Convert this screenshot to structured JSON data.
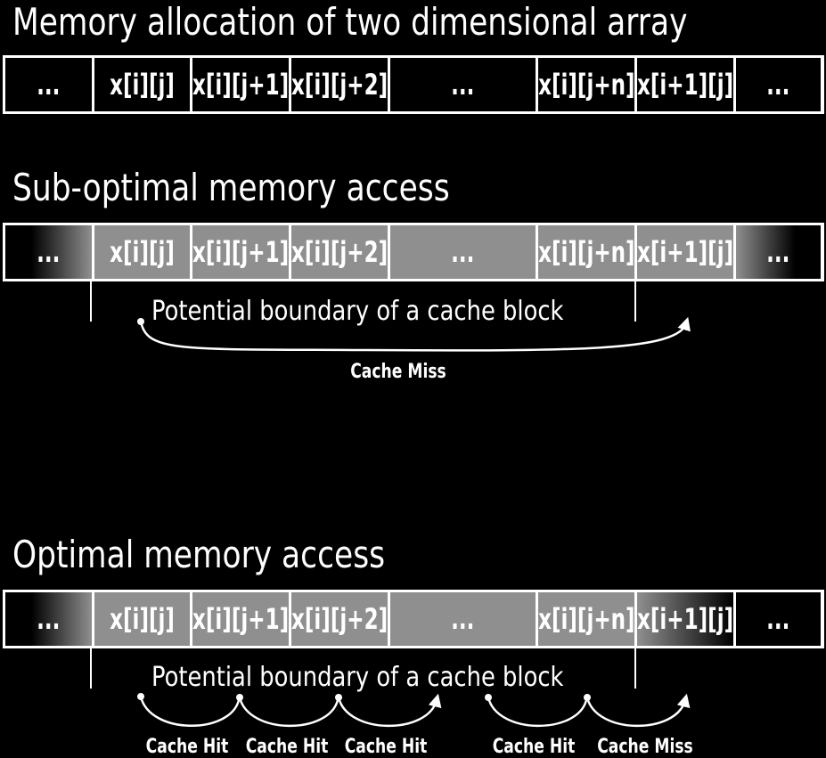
{
  "sections": [
    {
      "title": "Memory allocation of two dimensional array",
      "cells": [
        "...",
        "x[i][j]",
        "x[i][j+1]",
        "x[i][j+2]",
        "...",
        "x[i][j+n]",
        "x[i+1][j]",
        "..."
      ]
    },
    {
      "title": "Sub-optimal memory access",
      "cells": [
        "...",
        "x[i][j]",
        "x[i][j+1]",
        "x[i][j+2]",
        "...",
        "x[i][j+n]",
        "x[i+1][j]",
        "..."
      ],
      "boundary_label": "Potential boundary of a cache block",
      "access_labels": [
        "Cache Miss"
      ]
    },
    {
      "title": "Optimal memory access",
      "cells": [
        "...",
        "x[i][j]",
        "x[i][j+1]",
        "x[i][j+2]",
        "...",
        "x[i][j+n]",
        "x[i+1][j]",
        "..."
      ],
      "boundary_label": "Potential boundary of a cache block",
      "access_labels": [
        "Cache Hit",
        "Cache Hit",
        "Cache Hit",
        "Cache Hit",
        "Cache Miss"
      ]
    }
  ],
  "colors": {
    "background": "#000000",
    "stroke": "#ffffff",
    "highlight": "#8f8f8f"
  }
}
